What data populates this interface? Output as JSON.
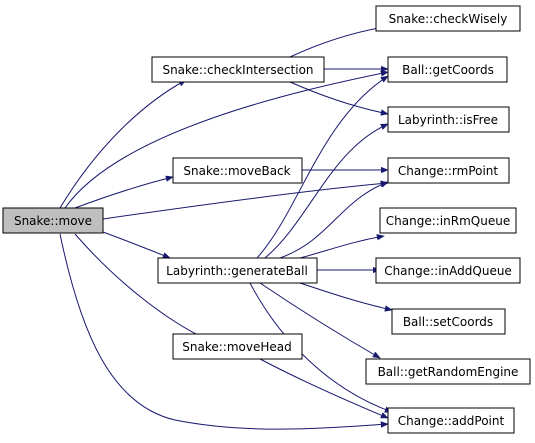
{
  "colors": {
    "edge": "#191970",
    "root_fill": "#bfbfbf",
    "node_fill": "#ffffff",
    "border": "#000000"
  },
  "nodes": {
    "snake_move": "Snake::move",
    "snake_checkIntersection": "Snake::checkIntersection",
    "snake_moveBack": "Snake::moveBack",
    "labyrinth_generateBall": "Labyrinth::generateBall",
    "snake_moveHead": "Snake::moveHead",
    "snake_checkWisely": "Snake::checkWisely",
    "ball_getCoords": "Ball::getCoords",
    "labyrinth_isFree": "Labyrinth::isFree",
    "change_rmPoint": "Change::rmPoint",
    "change_inRmQueue": "Change::inRmQueue",
    "change_inAddQueue": "Change::inAddQueue",
    "ball_setCoords": "Ball::setCoords",
    "ball_getRandomEngine": "Ball::getRandomEngine",
    "change_addPoint": "Change::addPoint"
  }
}
